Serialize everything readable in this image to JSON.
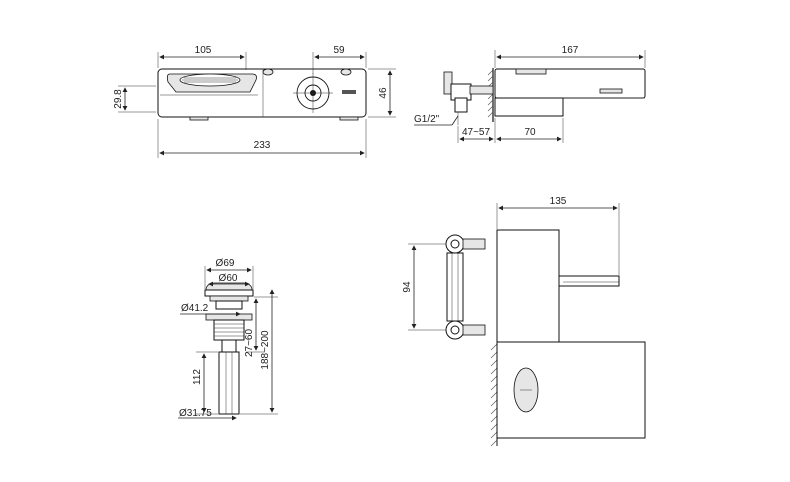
{
  "dimensions": {
    "top_view": {
      "width_left": "105",
      "width_right": "59",
      "height_left": "29.8",
      "height_right": "46",
      "total_width": "233"
    },
    "side_view": {
      "depth": "167",
      "thread": "G1/2\"",
      "wall_range": "47~57",
      "projection": "70"
    },
    "drain": {
      "d_outer": "Ø69",
      "d_cap": "Ø60",
      "d_flange": "Ø41.2",
      "d_pipe": "Ø31.75",
      "h_range_short": "27~60",
      "h_range_long": "188~200",
      "h_pipe": "112"
    },
    "wall_view": {
      "width": "135",
      "height": "94"
    }
  }
}
